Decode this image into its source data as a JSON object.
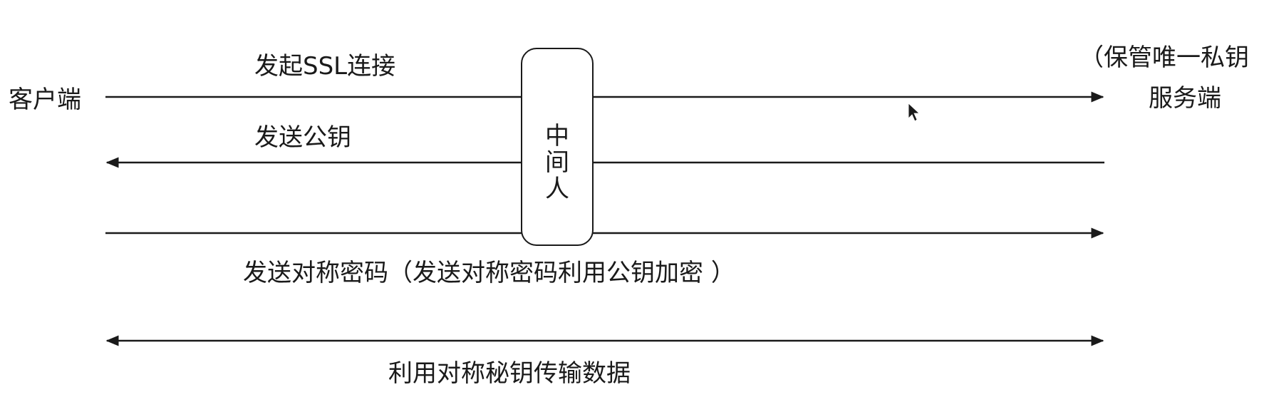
{
  "diagram": {
    "participants": {
      "client": "客户端",
      "server": "服务端",
      "server_note": "（保管唯一私钥",
      "middleman": "中\n间\n人"
    },
    "messages": [
      {
        "id": "ssl-connect",
        "label": "发起SSL连接",
        "direction": "client-to-server"
      },
      {
        "id": "send-public-key",
        "label": "发送公钥",
        "direction": "server-to-client"
      },
      {
        "id": "send-symmetric-key",
        "label": "发送对称密码（发送对称密码利用公钥加密 ）",
        "direction": "client-to-server"
      },
      {
        "id": "symmetric-data",
        "label": "利用对称秘钥传输数据",
        "direction": "bidirectional"
      }
    ],
    "colors": {
      "line": "#1a1a1a",
      "text": "#1a1a1a",
      "background": "#ffffff"
    }
  }
}
